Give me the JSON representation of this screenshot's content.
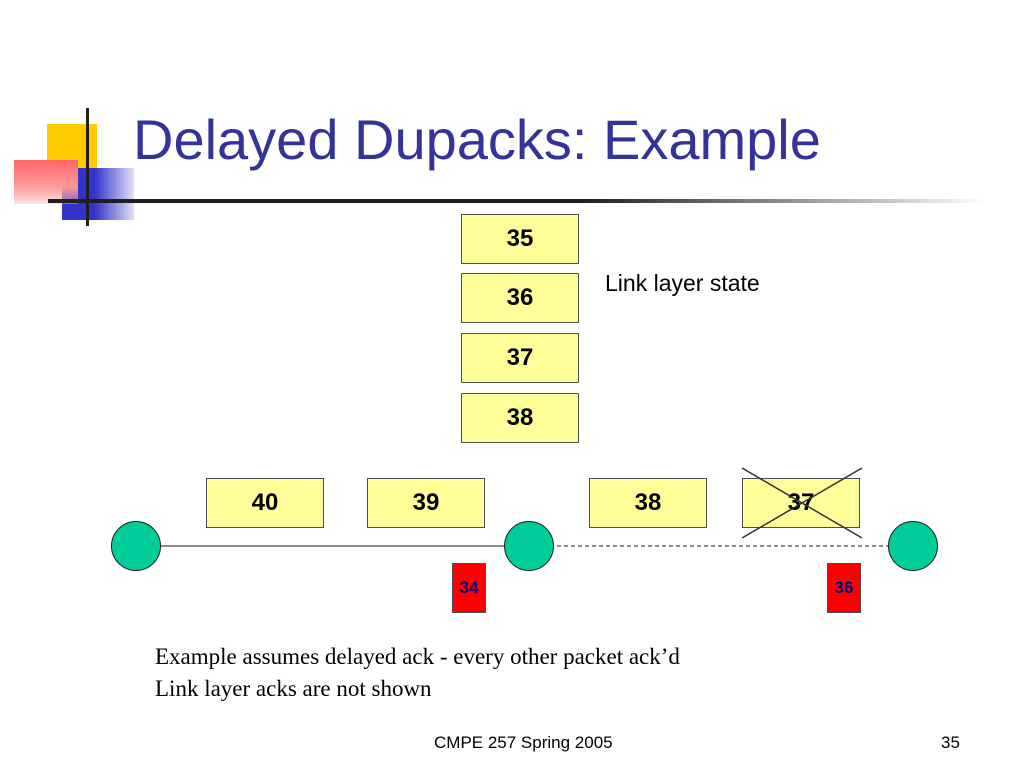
{
  "title": "Delayed Dupacks: Example",
  "link_layer_state": {
    "label": "Link layer state",
    "buffer": [
      "35",
      "36",
      "37",
      "38"
    ]
  },
  "packets_in_flight": [
    "40",
    "39",
    "38",
    "37"
  ],
  "acks": [
    "34",
    "36"
  ],
  "notes": [
    "Example assumes delayed ack - every other packet ack’d",
    "Link layer acks are not shown"
  ],
  "footer": {
    "course": "CMPE 257  Spring 2005",
    "page": "35"
  },
  "colors": {
    "title": "#333399",
    "packet_fill": "#ffff99",
    "ack_fill": "#ff0000",
    "ack_text": "#000080",
    "node_fill": "#00cc99"
  }
}
